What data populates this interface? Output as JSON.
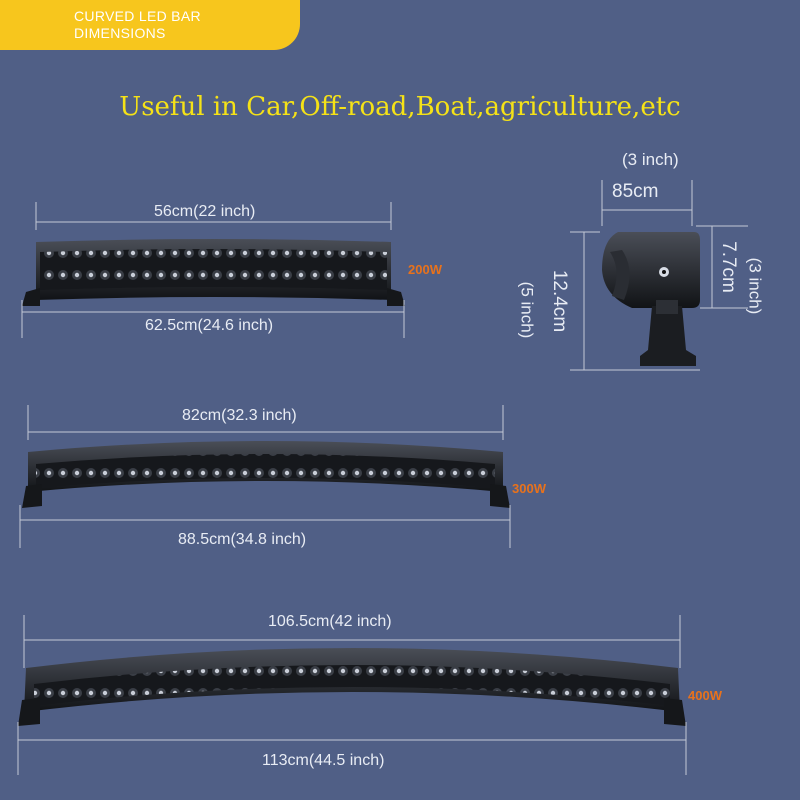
{
  "banner": {
    "line1": "CURVED LED BAR",
    "line2": "DIMENSIONS"
  },
  "headline": "Useful in Car,Off-road,Boat,agriculture,etc",
  "colors": {
    "background": "#505f86",
    "banner": "#f7c61d",
    "headline": "#f5e217",
    "wattage": "#e8721c"
  },
  "bars": [
    {
      "top_width": "56cm(22 inch)",
      "bottom_width": "62.5cm(24.6 inch)",
      "wattage": "200W"
    },
    {
      "top_width": "82cm(32.3 inch)",
      "bottom_width": "88.5cm(34.8 inch)",
      "wattage": "300W"
    },
    {
      "top_width": "106.5cm(42 inch)",
      "bottom_width": "113cm(44.5 inch)",
      "wattage": "400W"
    }
  ],
  "side_view": {
    "width_inch": "(3 inch)",
    "width_cm": "85cm",
    "total_height_cm": "12.4cm",
    "total_height_inch": "(5 inch)",
    "body_height_cm": "7.7cm",
    "body_height_inch": "(3 inch)"
  }
}
